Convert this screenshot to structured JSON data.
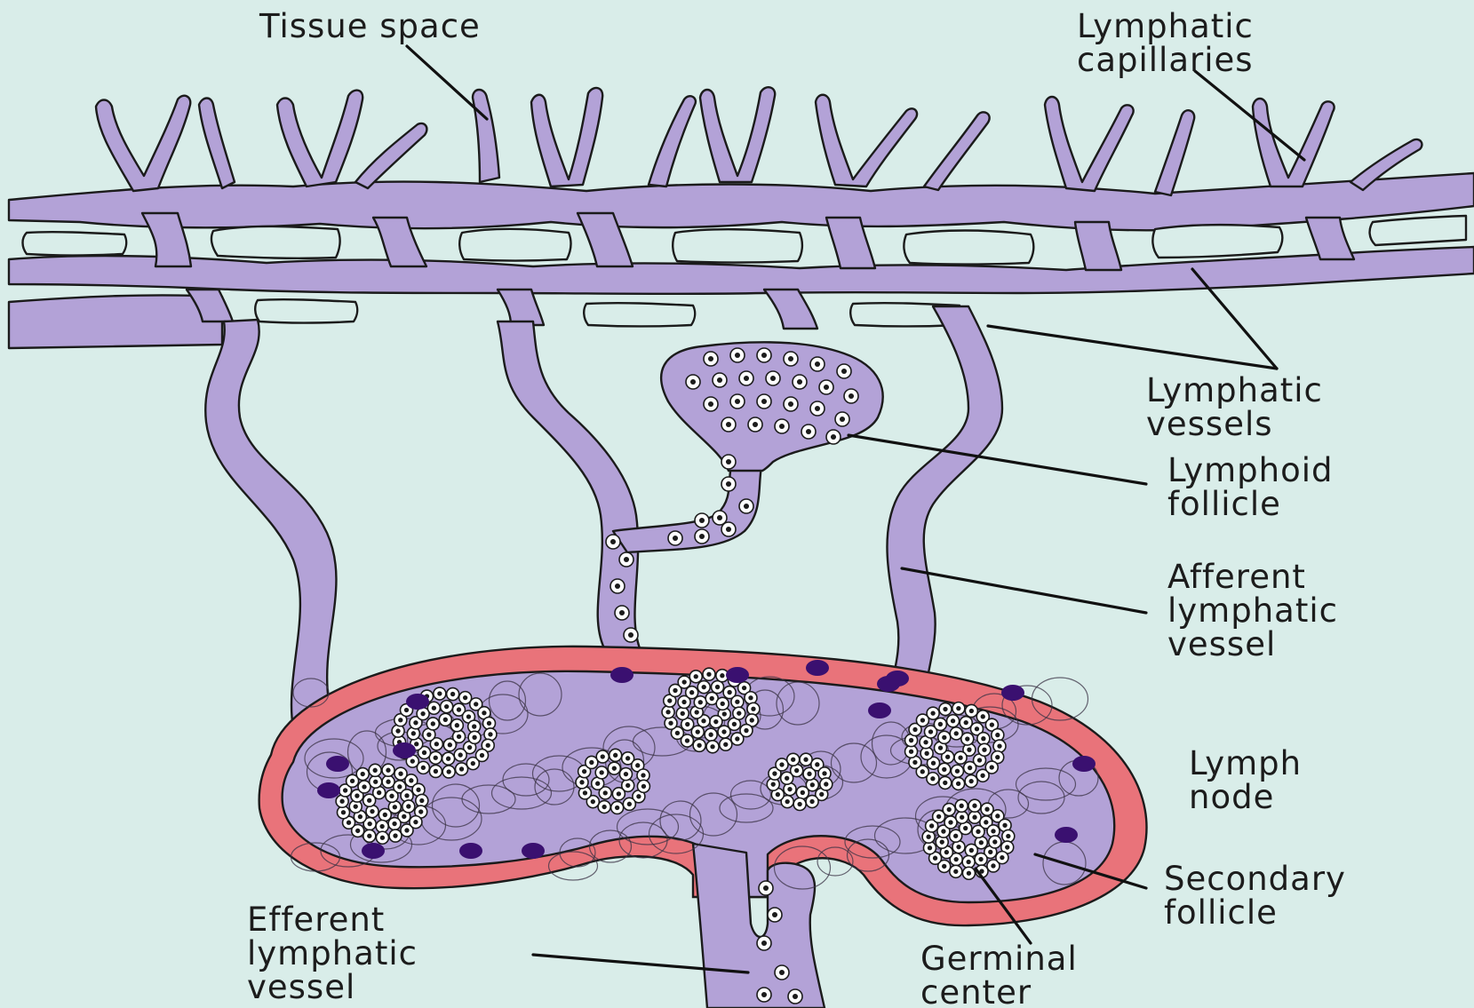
{
  "diagram": {
    "colors": {
      "background": "#d9ede9",
      "vessel_fill": "#b3a2d7",
      "capsule": "#e9737a",
      "outline": "#1b1b1b",
      "lymphocyte_nucleus": "#3a1070"
    },
    "labels": {
      "tissue_space": [
        "Tissue space"
      ],
      "lymphatic_capillaries": [
        "Lymphatic",
        "capillaries"
      ],
      "lymphatic_vessels": [
        "Lymphatic",
        "vessels"
      ],
      "lymphoid_follicle": [
        "Lymphoid",
        "follicle"
      ],
      "afferent_vessel": [
        "Afferent",
        "lymphatic",
        "vessel"
      ],
      "lymph_node": [
        "Lymph",
        "node"
      ],
      "secondary_follicle": [
        "Secondary",
        "follicle"
      ],
      "germinal_center": [
        "Germinal",
        "center"
      ],
      "efferent_vessel": [
        "Efferent",
        "lymphatic",
        "vessel"
      ]
    }
  }
}
